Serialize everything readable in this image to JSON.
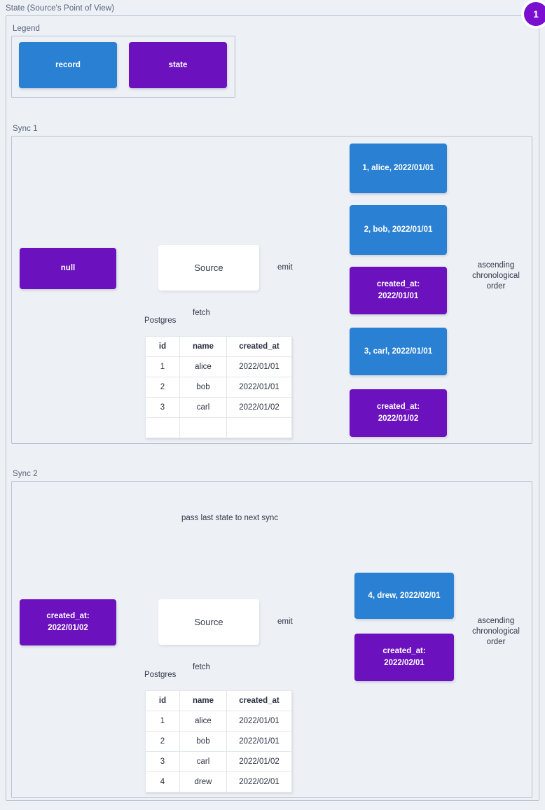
{
  "page": {
    "title": "State (Source's Point of View)",
    "badge": "1",
    "colors": {
      "record": "#2a80d2",
      "state": "#6b11bd",
      "badge": "#7a0fcf",
      "background": "#edf0f5",
      "frame_border": "#b9c4d2",
      "edge": "#61707f"
    }
  },
  "legend": {
    "title": "Legend",
    "items": [
      {
        "label": "record",
        "kind": "record"
      },
      {
        "label": "state",
        "kind": "state"
      }
    ]
  },
  "sync1": {
    "title": "Sync 1",
    "input_state": "null",
    "source_label": "Source",
    "emit_label": "emit",
    "fetch_label": "fetch",
    "db_label": "Postgres",
    "order_note": "ascending\nchronological\norder",
    "table": {
      "headers": [
        "id",
        "name",
        "created_at"
      ],
      "rows": [
        [
          "1",
          "alice",
          "2022/01/01"
        ],
        [
          "2",
          "bob",
          "2022/01/01"
        ],
        [
          "3",
          "carl",
          "2022/01/02"
        ],
        [
          "",
          "",
          ""
        ]
      ]
    },
    "emitted": [
      {
        "kind": "record",
        "text": "1, alice, 2022/01/01"
      },
      {
        "kind": "record",
        "text": "2, bob, 2022/01/01"
      },
      {
        "kind": "state",
        "text": "created_at:\n2022/01/01"
      },
      {
        "kind": "record",
        "text": "3, carl, 2022/01/01"
      },
      {
        "kind": "state",
        "text": "created_at:\n2022/01/02"
      }
    ]
  },
  "sync2": {
    "title": "Sync 2",
    "pass_label": "pass last state to next sync",
    "input_state": "created_at:\n2022/01/02",
    "source_label": "Source",
    "emit_label": "emit",
    "fetch_label": "fetch",
    "db_label": "Postgres",
    "order_note": "ascending\nchronological\norder",
    "table": {
      "headers": [
        "id",
        "name",
        "created_at"
      ],
      "rows": [
        [
          "1",
          "alice",
          "2022/01/01"
        ],
        [
          "2",
          "bob",
          "2022/01/01"
        ],
        [
          "3",
          "carl",
          "2022/01/02"
        ],
        [
          "4",
          "drew",
          "2022/02/01"
        ]
      ]
    },
    "emitted": [
      {
        "kind": "record",
        "text": "4, drew, 2022/02/01"
      },
      {
        "kind": "state",
        "text": "created_at:\n2022/02/01"
      }
    ]
  }
}
